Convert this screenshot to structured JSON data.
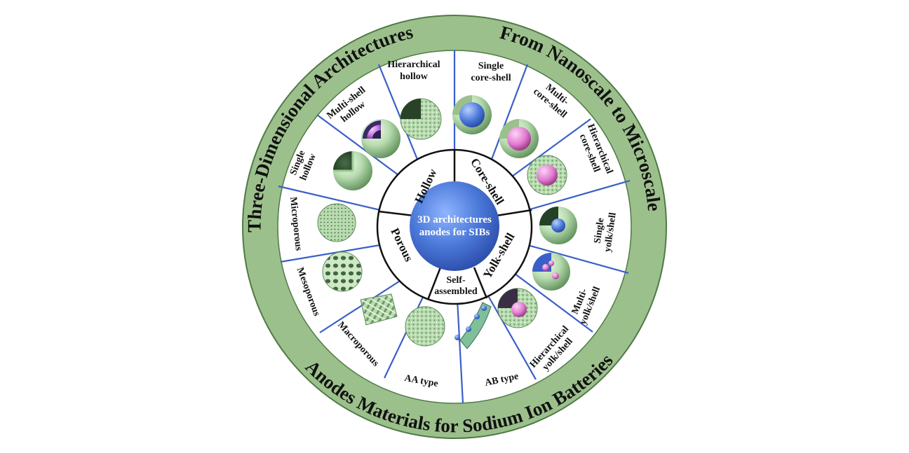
{
  "ring_titles": {
    "left": "Three-Dimensional Architectures",
    "right": "From Nanoscale to Microscale",
    "bottom": "Anodes Materials for Sodium Ion Batteries"
  },
  "center": {
    "line1": "3D architectures",
    "line2": "anodes for SIBs"
  },
  "categories": {
    "hollow": "Hollow",
    "core_shell": "Core-shell",
    "yolk_shell": "Yolk-shell",
    "self_assembled_1": "Self-",
    "self_assembled_2": "assembled",
    "porous": "Porous"
  },
  "subtypes": {
    "single_hollow": [
      "Single",
      "hollow"
    ],
    "multi_shell_hollow": [
      "Multi-shell",
      "hollow"
    ],
    "hierarchical_hollow": [
      "Hierarchical",
      "hollow"
    ],
    "single_core_shell": [
      "Single",
      "core-shell"
    ],
    "multi_core_shell": [
      "Multi-",
      "core-shell"
    ],
    "hierarchical_core_shell": [
      "Hierarchical",
      "core-shell"
    ],
    "single_yolk_shell": [
      "Single",
      "yolk/shell"
    ],
    "multi_yolk_shell": [
      "Multi-",
      "yolk/shell"
    ],
    "hierarchical_yolk_shell": [
      "Hierarchical",
      "yolk/shell"
    ],
    "ab_type": [
      "AB type"
    ],
    "aa_type": [
      "AA type"
    ],
    "macroporous": [
      "Macroporous"
    ],
    "mesoporous": [
      "Mesoporous"
    ],
    "microporous": [
      "Microporous"
    ]
  },
  "colors": {
    "outer_ring": "#9cc08c",
    "sphere_green": "#b8dcb0",
    "sphere_blue": "#4a78d8",
    "core_purple": "#c77de0",
    "core_pink": "#e07ad0",
    "divider": "#3a5fc8"
  }
}
